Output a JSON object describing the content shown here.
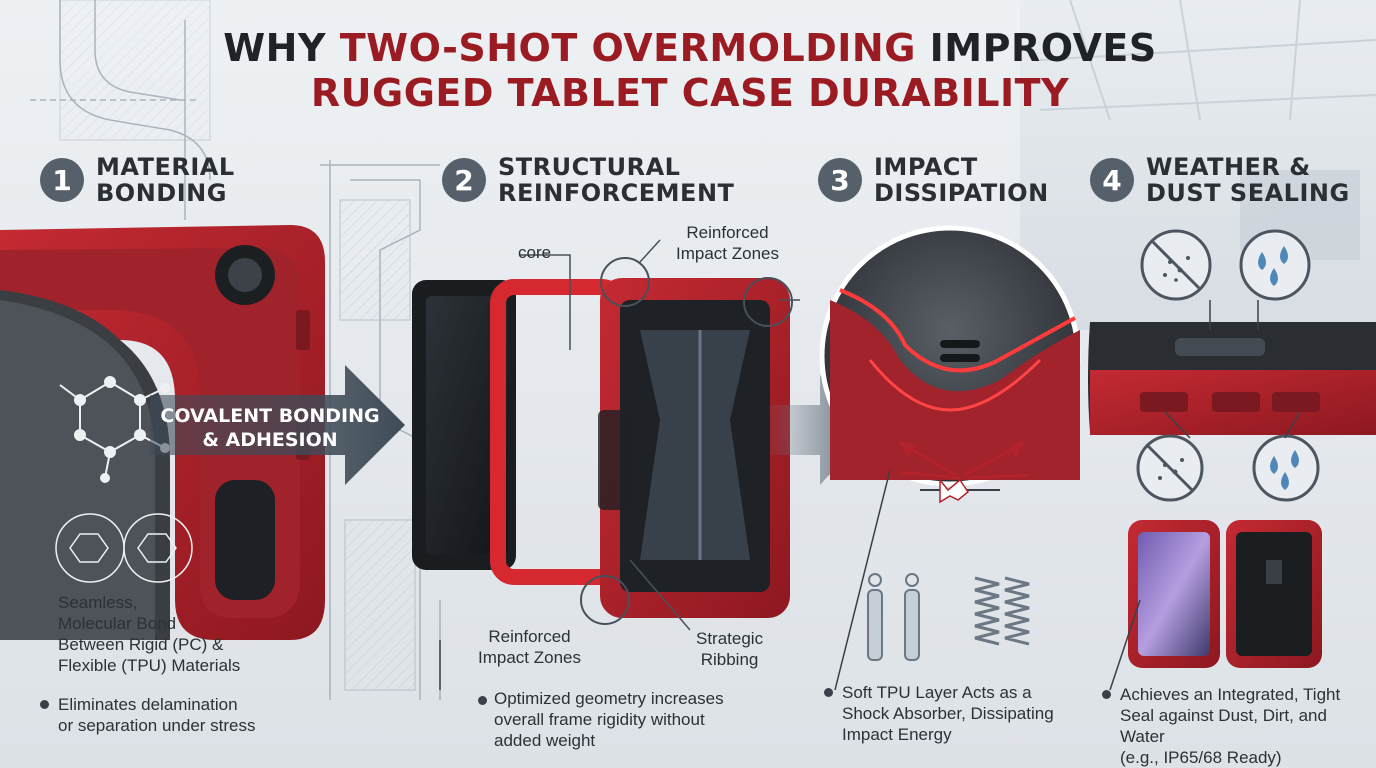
{
  "title": {
    "line1_prefix": "WHY ",
    "line1_highlight": "TWO-SHOT OVERMOLDING",
    "line1_suffix": " IMPROVES",
    "line2": "RUGGED TABLET CASE DURABILITY"
  },
  "steps": [
    {
      "number": "1",
      "title_line1": "MATERIAL",
      "title_line2": "BONDING"
    },
    {
      "number": "2",
      "title_line1": "STRUCTURAL",
      "title_line2": "REINFORCEMENT"
    },
    {
      "number": "3",
      "title_line1": "IMPACT",
      "title_line2": "DISSIPATION"
    },
    {
      "number": "4",
      "title_line1": "WEATHER &",
      "title_line2": "DUST SEALING"
    }
  ],
  "section1": {
    "arrow_line1": "COVALENT BONDING",
    "arrow_line2": "& ADHESION",
    "bond_text": [
      "Seamless,",
      "Molecular Bond",
      "Between Rigid (PC) &",
      "Flexible (TPU) Materials"
    ],
    "bullet": [
      "Eliminates delamination",
      "or separation under stress"
    ]
  },
  "section2": {
    "core_label": "core",
    "reinforced_top": [
      "Reinforced",
      "Impact Zones"
    ],
    "reinforced_bottom": [
      "Reinforced",
      "Impact Zones"
    ],
    "ribbing": [
      "Strategic",
      "Ribbing"
    ],
    "bullet": [
      "Optimized geometry increases",
      "overall frame rigidity without",
      "added weight"
    ]
  },
  "section3": {
    "bullet": [
      "Soft TPU Layer Acts as a",
      "Shock Absorber, Dissipating",
      "Impact Energy"
    ]
  },
  "section4": {
    "bullet": [
      "Achieves an Integrated, Tight",
      "Seal against Dust, Dirt, and Water",
      "(e.g., IP65/68 Ready)"
    ]
  },
  "icons": [
    "no-dust-icon",
    "water-drops-icon",
    "no-dust-icon-lower",
    "water-drops-icon-lower"
  ],
  "colors": {
    "brand_red": "#9b1b22",
    "frame_red": "#b3232b",
    "dark": "#1f2327",
    "badge": "#56606b",
    "arrow": "#4a5866"
  }
}
